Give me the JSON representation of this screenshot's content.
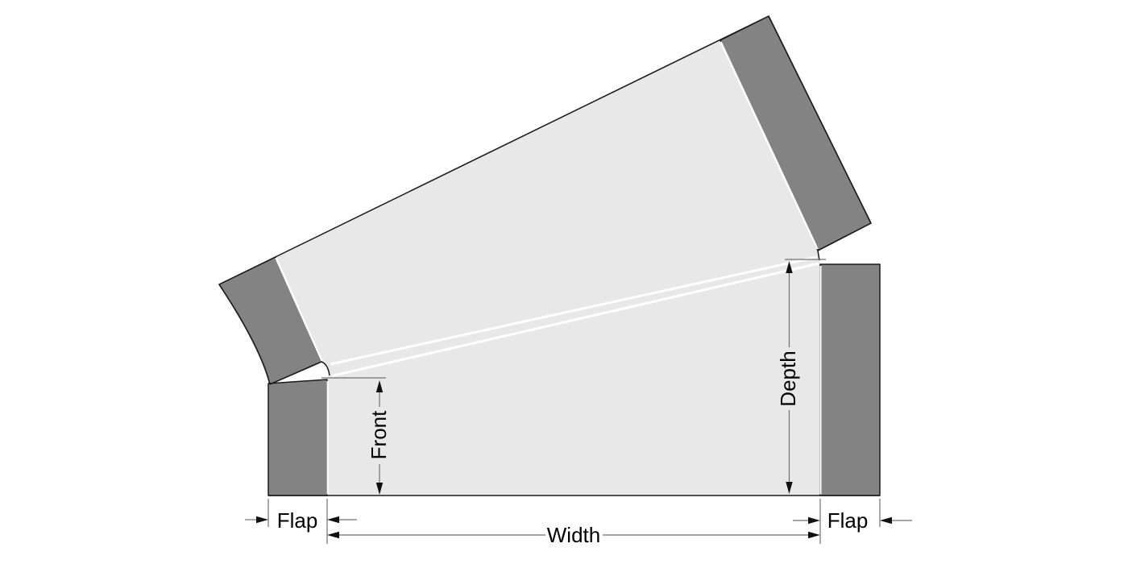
{
  "diagram": {
    "kind": "box-packaging-dimension-diagram",
    "labels": {
      "front": "Front",
      "depth": "Depth",
      "width": "Width",
      "flap_left": "Flap",
      "flap_right": "Flap"
    },
    "colors": {
      "background": "#ffffff",
      "panel": "#e8e8e8",
      "flap": "#838383",
      "outline": "#1a1a1a",
      "dimension_line": "#707070",
      "arrowhead": "#111111",
      "label_text": "#000000",
      "crease_line": "#ffffff"
    }
  }
}
